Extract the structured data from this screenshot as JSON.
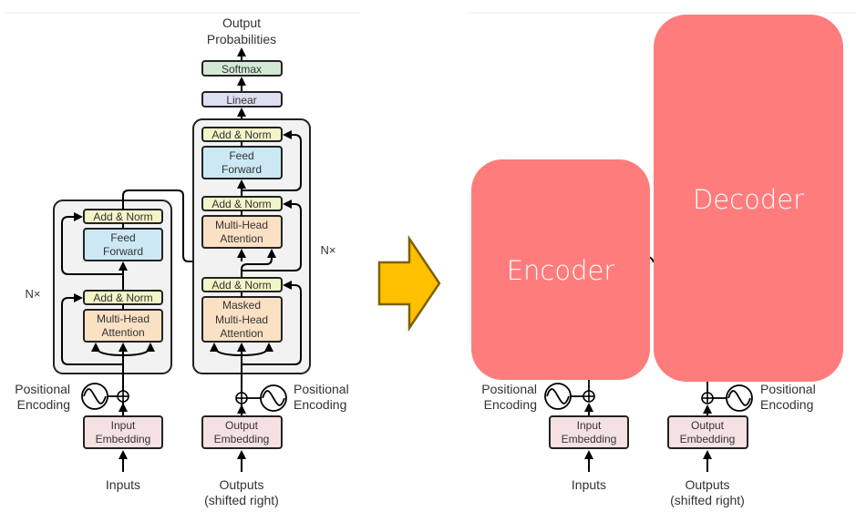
{
  "colors": {
    "add_norm": "#f3f4c8",
    "feed_forward": "#cce8f5",
    "attention": "#fbe1c4",
    "embedding": "#f6e1e2",
    "linear": "#dedff2",
    "softmax": "#d3e9d6",
    "stack_bg": "#f2f2f2",
    "block": "#ff7c7c",
    "arrow_fill": "#ffc000",
    "arrow_stroke": "#7f6000"
  },
  "left_diagram": {
    "output_label": [
      "Output",
      "Probabilities"
    ],
    "softmax": "Softmax",
    "linear": "Linear",
    "encoder": {
      "repeat": "N×",
      "add_norm_1": "Add & Norm",
      "add_norm_2": "Add & Norm",
      "feed_forward": [
        "Feed",
        "Forward"
      ],
      "attention": [
        "Multi-Head",
        "Attention"
      ]
    },
    "decoder": {
      "repeat": "N×",
      "add_norm_1": "Add & Norm",
      "add_norm_2": "Add & Norm",
      "add_norm_3": "Add & Norm",
      "feed_forward": [
        "Feed",
        "Forward"
      ],
      "attention": [
        "Multi-Head",
        "Attention"
      ],
      "masked_attention": [
        "Masked",
        "Multi-Head",
        "Attention"
      ]
    },
    "positional_encoding_left": [
      "Positional",
      "Encoding"
    ],
    "positional_encoding_right": [
      "Positional",
      "Encoding"
    ],
    "input_embedding": [
      "Input",
      "Embedding"
    ],
    "output_embedding": [
      "Output",
      "Embedding"
    ],
    "inputs": "Inputs",
    "outputs": [
      "Outputs",
      "(shifted right)"
    ]
  },
  "right_diagram": {
    "encoder_label": "Encoder",
    "decoder_label": "Decoder",
    "positional_encoding_left": [
      "Positional",
      "Encoding"
    ],
    "positional_encoding_right": [
      "Positional",
      "Encoding"
    ],
    "input_embedding": [
      "Input",
      "Embedding"
    ],
    "output_embedding": [
      "Output",
      "Embedding"
    ],
    "inputs": "Inputs",
    "outputs": [
      "Outputs",
      "(shifted right)"
    ]
  }
}
